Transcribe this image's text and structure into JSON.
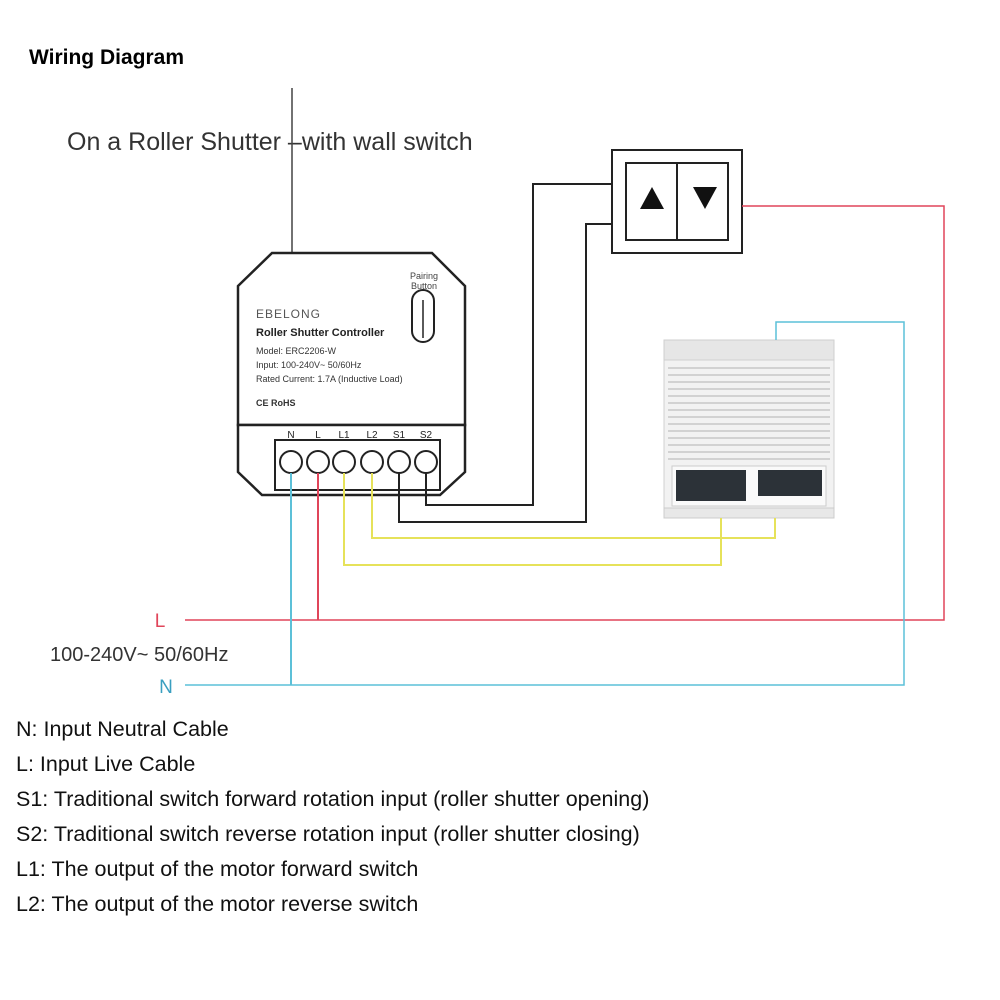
{
  "title": "Wiring Diagram",
  "subtitle": "On a Roller Shutter –with wall switch",
  "device": {
    "brand": "EBELONG",
    "name": "Roller Shutter Controller",
    "model": "Model: ERC2206-W",
    "input": "Input: 100-240V~  50/60Hz",
    "rated": "Rated Current: 1.7A (Inductive Load)",
    "certs": "CE RoHS",
    "pairing_line1": "Pairing",
    "pairing_line2": "Button",
    "terminals": [
      "N",
      "L",
      "L1",
      "L2",
      "S1",
      "S2"
    ]
  },
  "wall_switch": {
    "up_icon": "up-arrow-icon",
    "down_icon": "down-arrow-icon"
  },
  "supply": {
    "l_label": "L",
    "n_label": "N",
    "voltage": "100-240V~ 50/60Hz"
  },
  "legend": [
    "N: Input Neutral Cable",
    "L: Input Live Cable",
    "S1: Traditional switch forward rotation input (roller shutter opening)",
    "S2: Traditional switch reverse rotation input (roller shutter closing)",
    "L1: The output of the motor forward switch",
    "L2: The output of the motor reverse switch"
  ],
  "colors": {
    "live": "#e0455a",
    "neutral": "#5cc0d8",
    "motor": "#e6e25a",
    "switch": "#222222"
  }
}
